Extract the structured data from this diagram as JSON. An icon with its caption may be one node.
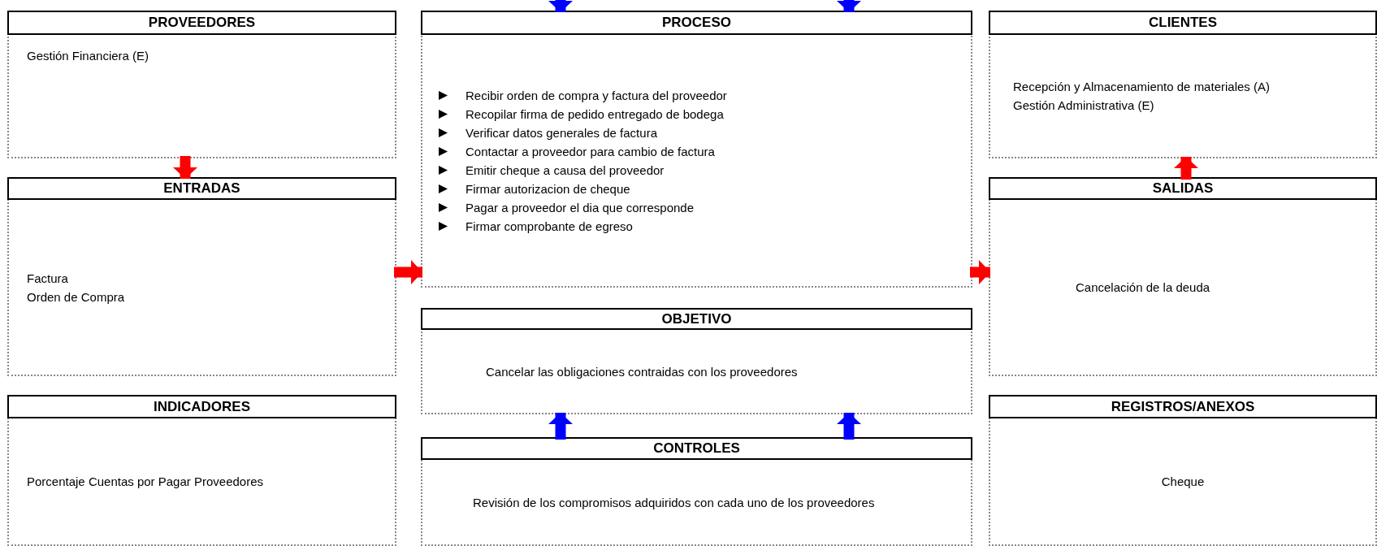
{
  "diagram": {
    "nodes": [
      {
        "text": [
          "PROVEEDORES",
          "Gestión Financiera (E)"
        ]
      },
      {
        "text": [
          "PROCESO",
          "Recibir orden de compra y factura del proveedor",
          "Recopilar firma de pedido entregado de bodega",
          "Verificar datos generales de factura",
          "Contactar a proveedor para cambio de factura",
          "Emitir cheque a causa del proveedor",
          "Firmar autorizacion de cheque",
          "Pagar a proveedor el dia que corresponde",
          "Firmar comprobante de egreso"
        ]
      },
      {
        "text": [
          "CLIENTES",
          "Recepción y Almacenamiento de materiales (A)",
          "Gestión Administrativa (E)"
        ]
      },
      {
        "text": [
          "ENTRADAS",
          "Factura",
          "Orden de Compra"
        ]
      },
      {
        "text": [
          "SALIDAS",
          "Cancelación de la deuda"
        ]
      },
      {
        "text": [
          "OBJETIVO",
          "Cancelar las obligaciones contraidas con los proveedores"
        ]
      },
      {
        "text": [
          "INDICADORES",
          "Porcentaje Cuentas por Pagar Proveedores"
        ]
      },
      {
        "text": [
          "CONTROLES",
          "Revisión de los compromisos adquiridos con cada uno de los proveedores"
        ]
      },
      {
        "text": [
          "REGISTROS/ANEXOS",
          "Cheque"
        ]
      }
    ],
    "edges": [
      {
        "from": null,
        "to": 1,
        "arrow": "to",
        "color": "#0000ff"
      },
      {
        "from": null,
        "to": 1,
        "arrow": "to",
        "color": "#0000ff"
      },
      {
        "from": 0,
        "to": 3,
        "arrow": "to",
        "color": "#ff0000"
      },
      {
        "from": 3,
        "to": 1,
        "arrow": "to",
        "color": "#ff0000"
      },
      {
        "from": 1,
        "to": 4,
        "arrow": "to",
        "color": "#ff0000"
      },
      {
        "from": 4,
        "to": 2,
        "arrow": "to",
        "color": "#ff0000"
      },
      {
        "from": 7,
        "to": 5,
        "arrow": "to",
        "color": "#0000ff"
      },
      {
        "from": 7,
        "to": 5,
        "arrow": "to",
        "color": "#0000ff"
      }
    ]
  }
}
